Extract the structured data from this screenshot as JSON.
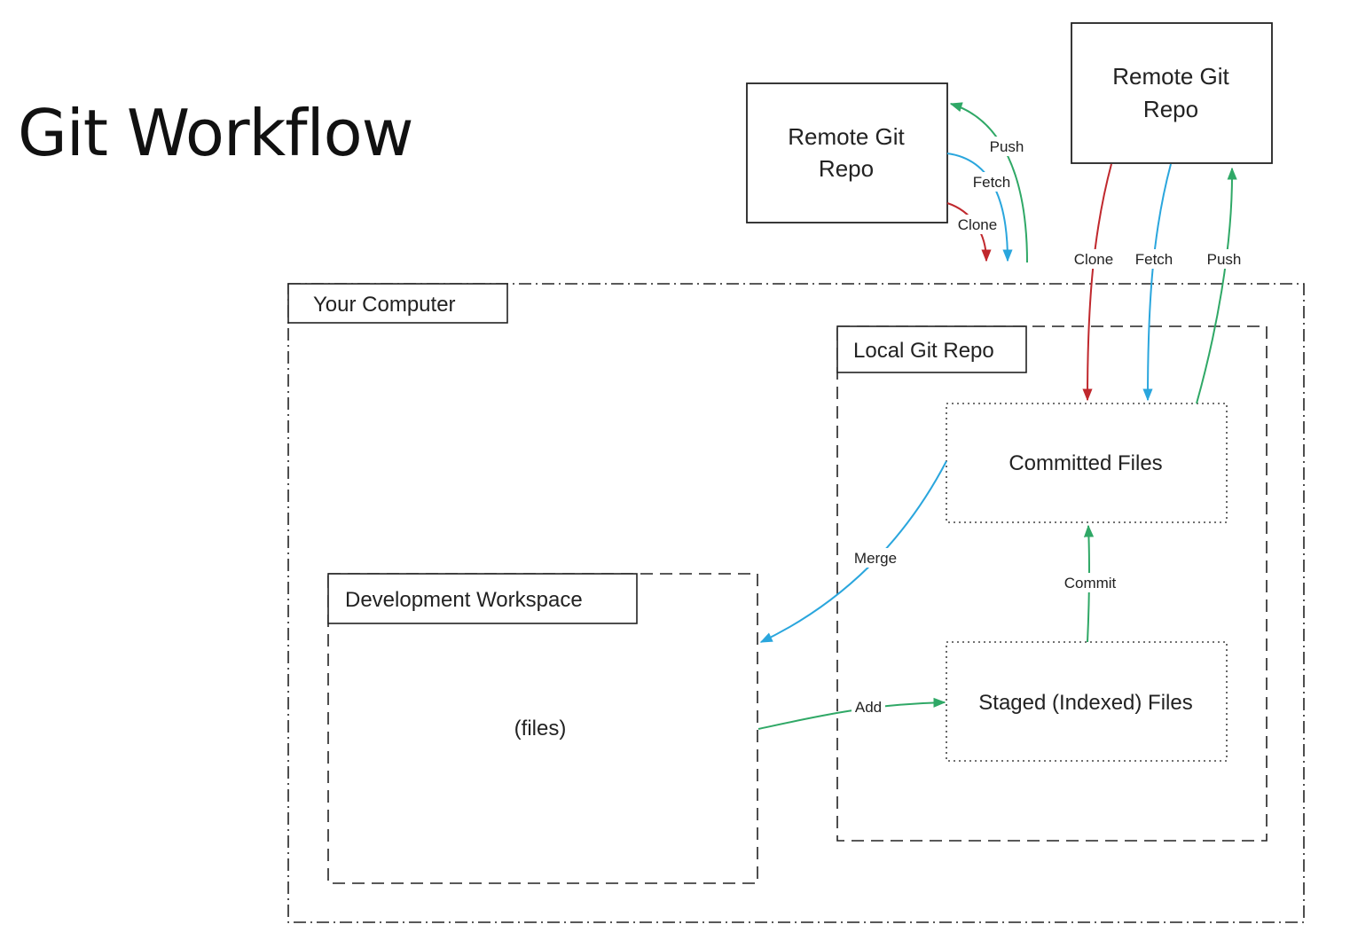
{
  "title": "Git Workflow",
  "remote_repo_left": {
    "line1": "Remote Git",
    "line2": "Repo"
  },
  "remote_repo_right": {
    "line1": "Remote Git",
    "line2": "Repo"
  },
  "your_computer": "Your Computer",
  "local_git_repo": "Local Git Repo",
  "committed_files": "Committed Files",
  "staged_files": "Staged (Indexed) Files",
  "dev_workspace": "Development Workspace",
  "workspace_files": "(files)",
  "arrows": {
    "left_push": "Push",
    "left_fetch": "Fetch",
    "left_clone": "Clone",
    "right_clone": "Clone",
    "right_fetch": "Fetch",
    "right_push": "Push",
    "merge": "Merge",
    "commit": "Commit",
    "add": "Add"
  },
  "colors": {
    "clone": "#c0282d",
    "fetch": "#2aa6dd",
    "push": "#2fa866"
  }
}
